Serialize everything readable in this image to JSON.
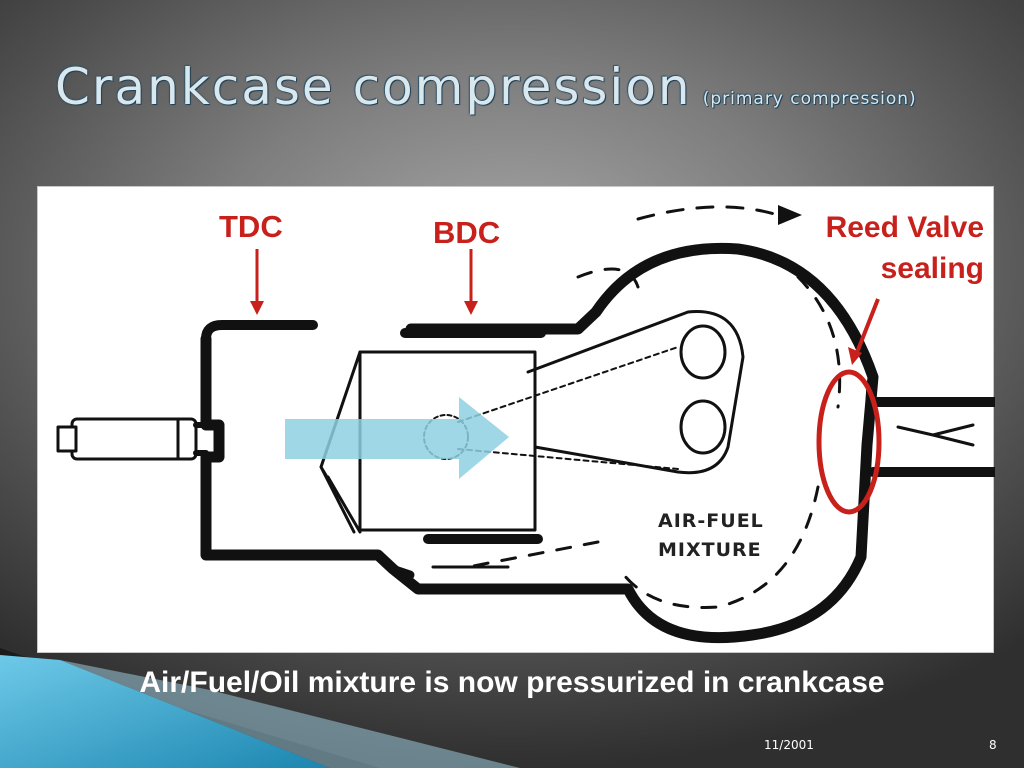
{
  "slide": {
    "title": "Crankcase compression",
    "subtitle": "(primary compression)",
    "caption": "Air/Fuel/Oil mixture is now pressurized in crankcase",
    "footer_date": "11/2001",
    "page_number": "8"
  },
  "diagram": {
    "labels": {
      "tdc": "TDC",
      "bdc": "BDC",
      "reed_line1": "Reed Valve",
      "reed_line2": "sealing",
      "mixture_line1": "AIR-FUEL",
      "mixture_line2": "MIXTURE"
    }
  },
  "colors": {
    "annotation_red": "#c8211c",
    "flow_arrow": "#8fd0e3",
    "title_text": "#d9e7ef",
    "accent_teal": "#2aa1c9"
  }
}
